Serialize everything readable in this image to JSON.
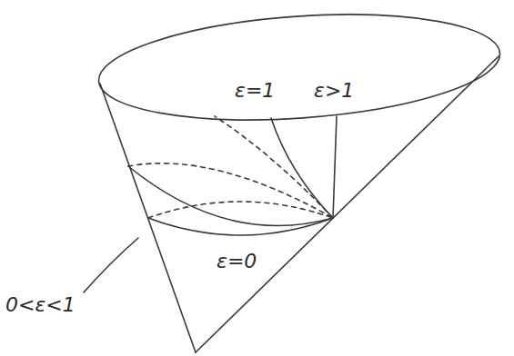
{
  "diagram": {
    "labels": [
      "ε=1",
      "ε>1",
      "0<ε<1",
      "ε=0"
    ]
  }
}
